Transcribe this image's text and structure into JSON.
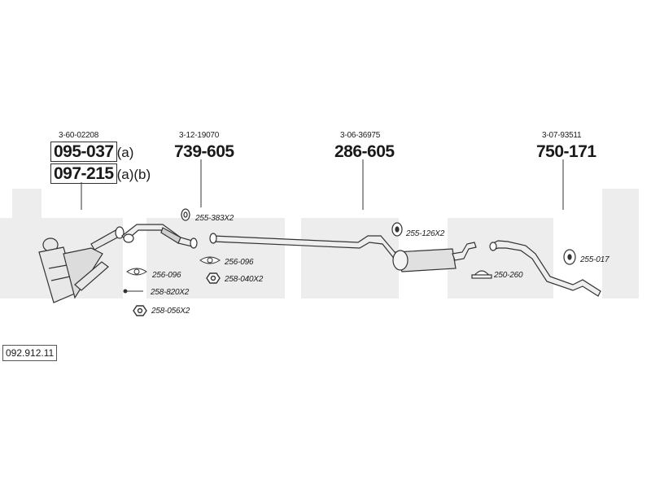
{
  "assembly_ref": "092.912.11",
  "groups": [
    {
      "code": "3-60-02208",
      "parts": [
        {
          "number": "095-037",
          "suffix": "(a)"
        },
        {
          "number": "097-215",
          "suffix": "(a)(b)"
        }
      ]
    },
    {
      "code": "3-12-19070",
      "parts": [
        {
          "number": "739-605"
        }
      ]
    },
    {
      "code": "3-06-36975",
      "parts": [
        {
          "number": "286-605"
        }
      ]
    },
    {
      "code": "3-07-93511",
      "parts": [
        {
          "number": "750-171"
        }
      ]
    }
  ],
  "fittings": [
    {
      "code": "255-383X2",
      "icon": "clamp-icon"
    },
    {
      "code": "256-096",
      "icon": "gasket-icon"
    },
    {
      "code": "258-820X2",
      "icon": "bolt-icon"
    },
    {
      "code": "258-056X2",
      "icon": "nut-icon"
    },
    {
      "code": "256-096",
      "icon": "gasket-icon"
    },
    {
      "code": "258-040X2",
      "icon": "nut-icon"
    },
    {
      "code": "255-126X2",
      "icon": "rubber-mount-icon"
    },
    {
      "code": "250-260",
      "icon": "clamp-icon"
    },
    {
      "code": "255-017",
      "icon": "rubber-mount-icon"
    }
  ],
  "colors": {
    "line": "#333333",
    "part_fill": "#e8e8e8",
    "watermark": "#ededed"
  }
}
